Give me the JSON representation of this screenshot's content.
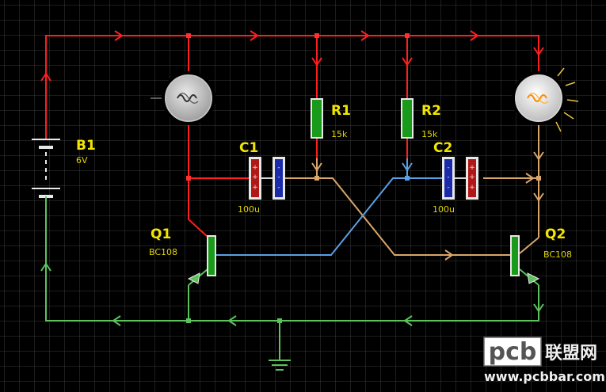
{
  "components": {
    "battery": {
      "name": "B1",
      "value": "6V"
    },
    "resistor1": {
      "name": "R1",
      "value": "15k"
    },
    "resistor2": {
      "name": "R2",
      "value": "15k"
    },
    "capacitor1": {
      "name": "C1",
      "value": "100u"
    },
    "capacitor2": {
      "name": "C2",
      "value": "100u"
    },
    "transistor1": {
      "name": "Q1",
      "value": "BC108"
    },
    "transistor2": {
      "name": "Q2",
      "value": "BC108"
    },
    "lamp1": {
      "state": "off"
    },
    "lamp2": {
      "state": "on"
    }
  },
  "capacitor_marks": {
    "plus": "+",
    "minus": "-"
  },
  "watermark": {
    "brand": "pcb",
    "name": "联盟网",
    "url": "www.pcbbar.com"
  },
  "colors": {
    "background": "#000000",
    "grid": "#3a3a3a",
    "positive_wire": "#ff1f1f",
    "ground_wire": "#5cc25c",
    "cross_wire_1": "#d9a66a",
    "cross_wire_2": "#5aa0e6",
    "resistor_body": "#1a9a1a",
    "label": "#f2e600"
  }
}
